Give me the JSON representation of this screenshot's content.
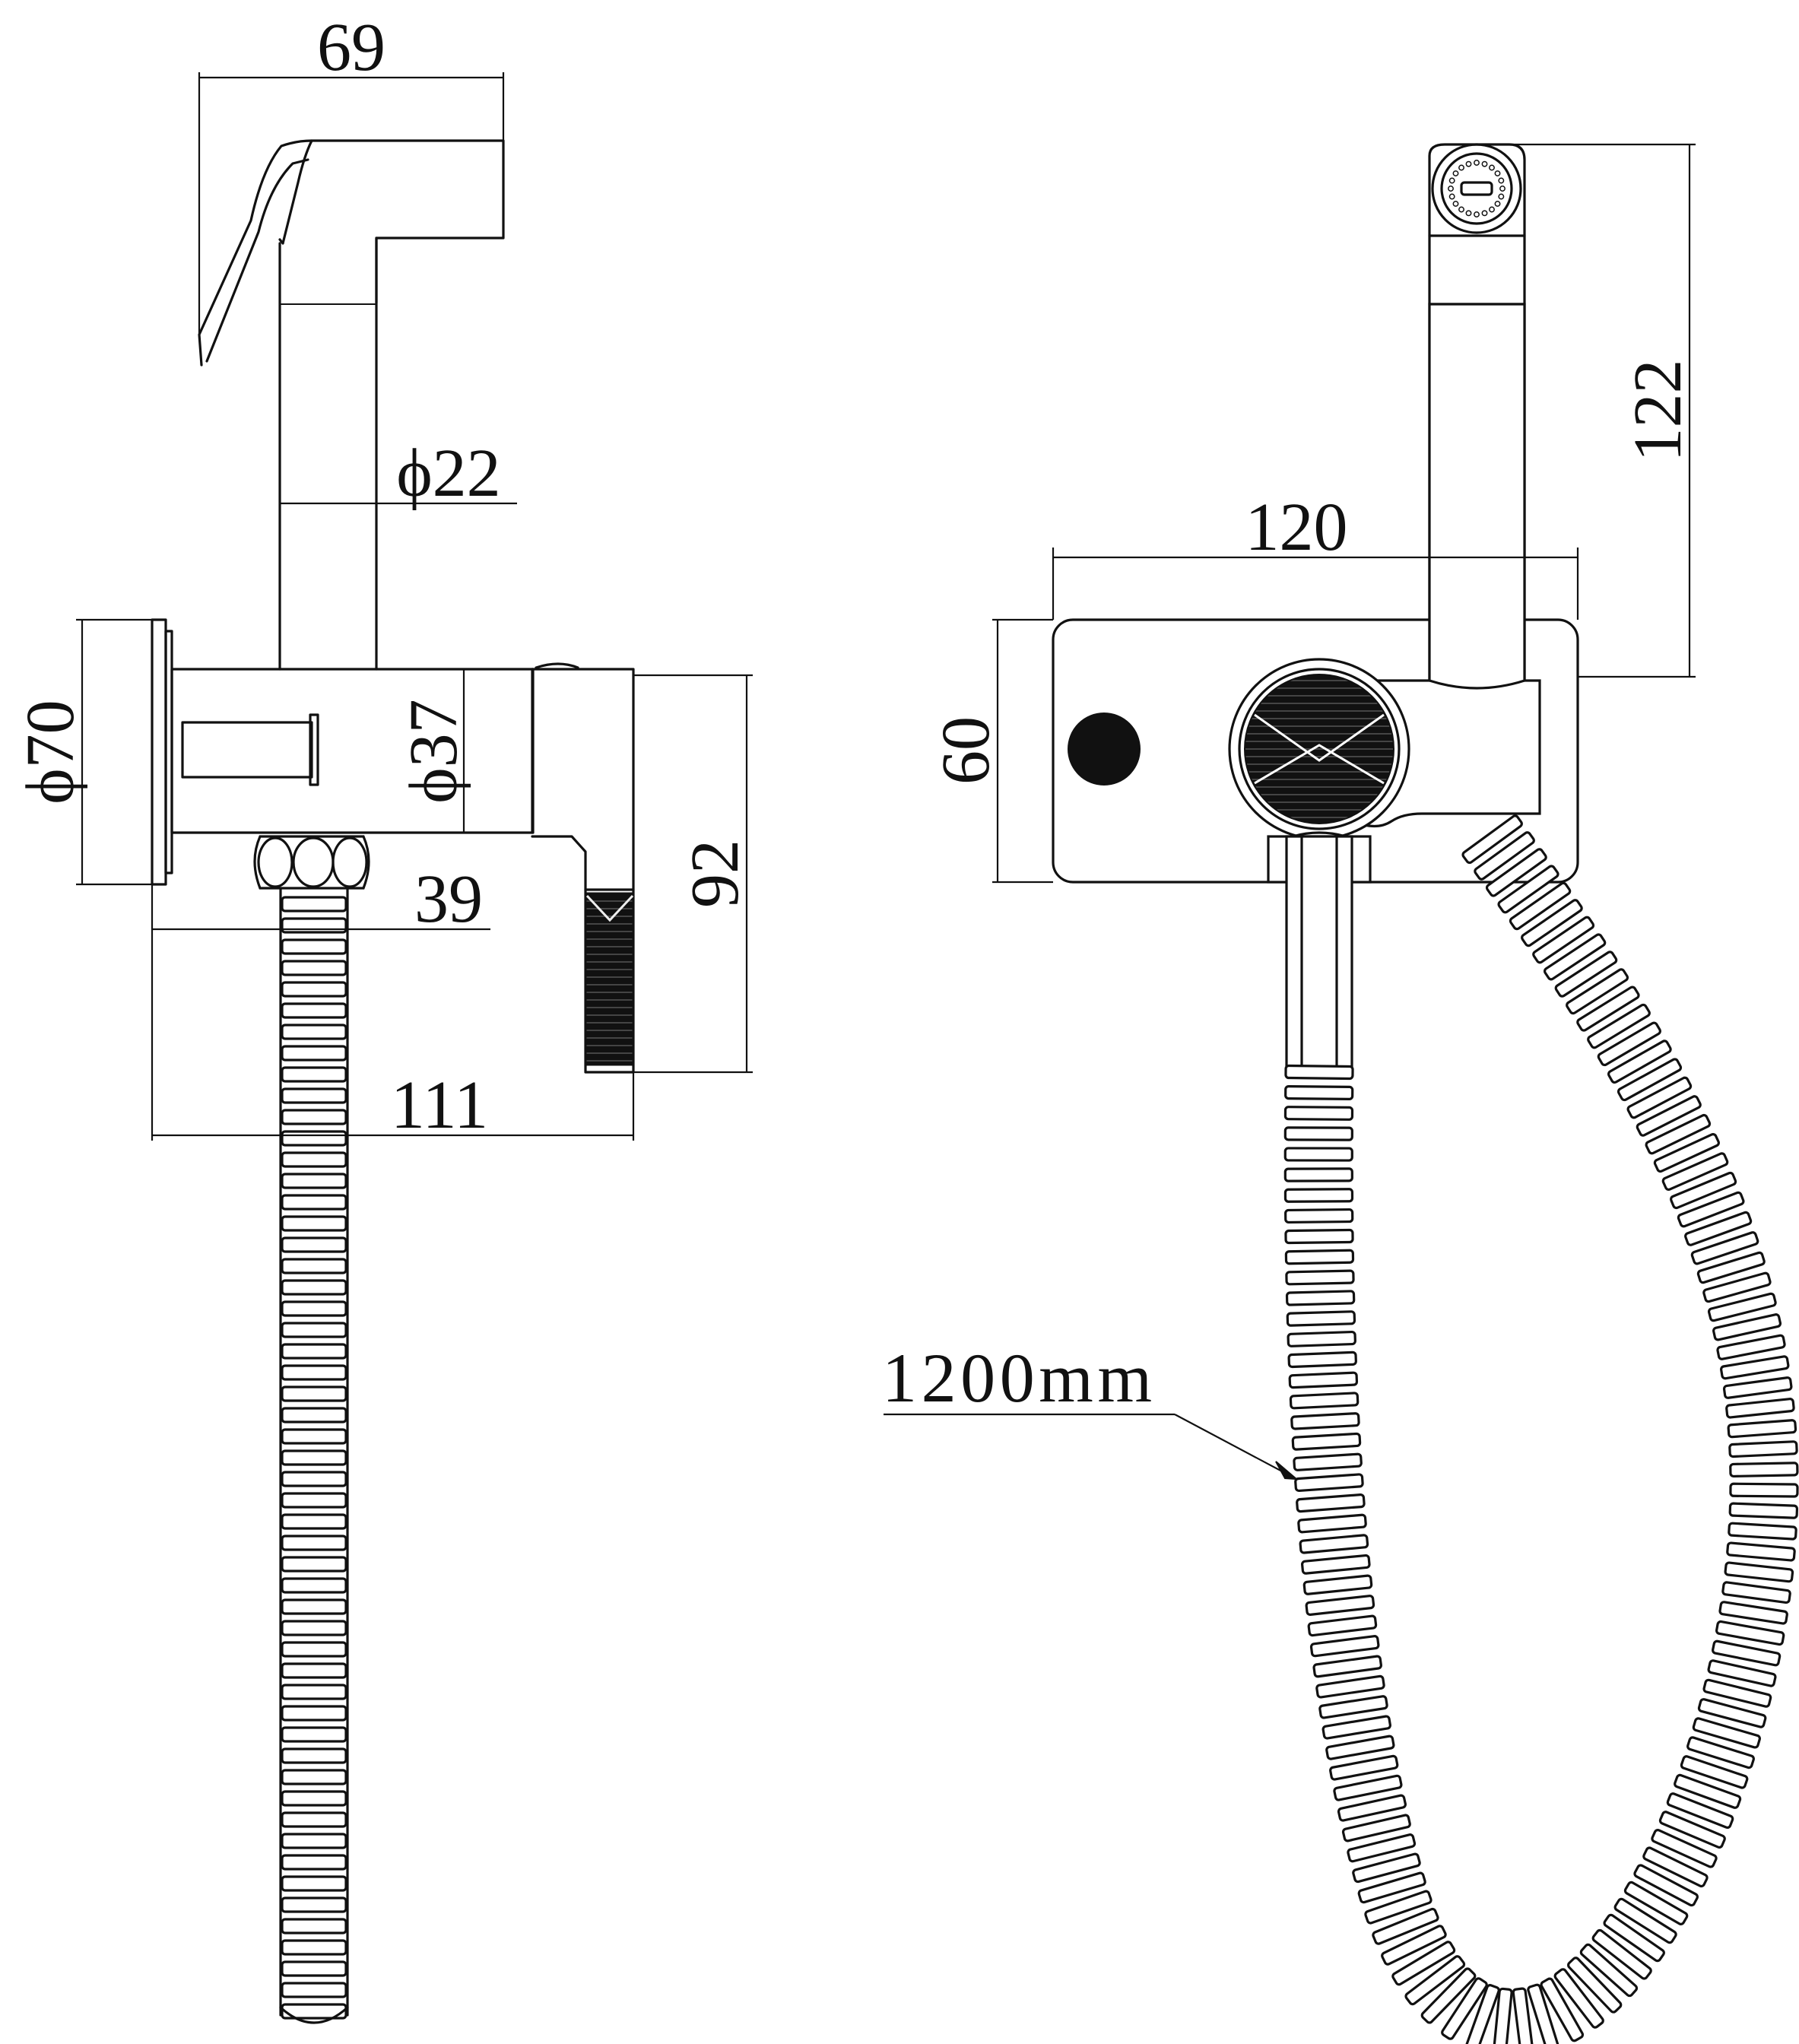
{
  "dimensions": {
    "spray_width": "69",
    "pipe_diameter": "ϕ22",
    "flange_diameter": "ϕ70",
    "body_diameter": "ϕ37",
    "outlet_offset": "39",
    "overall_depth": "111",
    "body_height": "92",
    "plate_width": "120",
    "plate_height": "60",
    "total_height": "122",
    "hose_length": "1200mm"
  },
  "colors": {
    "line": "#111111",
    "background": "#ffffff"
  }
}
